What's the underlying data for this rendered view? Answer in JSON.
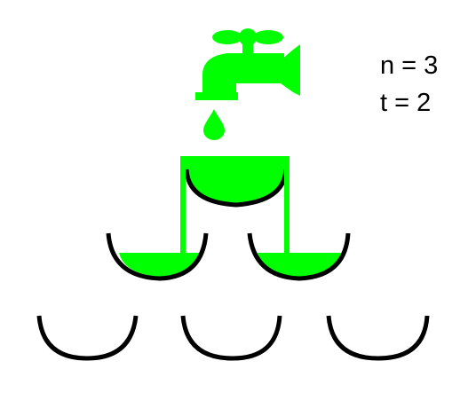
{
  "labels": {
    "n": "n = 3",
    "t": "t = 2"
  },
  "colors": {
    "water": "#00ff00",
    "glass": "#000000",
    "background": "#ffffff"
  },
  "icons": {
    "faucet": "faucet-icon",
    "drop": "water-drop-icon"
  },
  "pyramid": {
    "levels": 3,
    "glasses": [
      {
        "row": 1,
        "index": 1,
        "fill": "full"
      },
      {
        "row": 2,
        "index": 1,
        "fill": "partial"
      },
      {
        "row": 2,
        "index": 2,
        "fill": "partial"
      },
      {
        "row": 3,
        "index": 1,
        "fill": "empty"
      },
      {
        "row": 3,
        "index": 2,
        "fill": "empty"
      },
      {
        "row": 3,
        "index": 3,
        "fill": "empty"
      }
    ]
  }
}
